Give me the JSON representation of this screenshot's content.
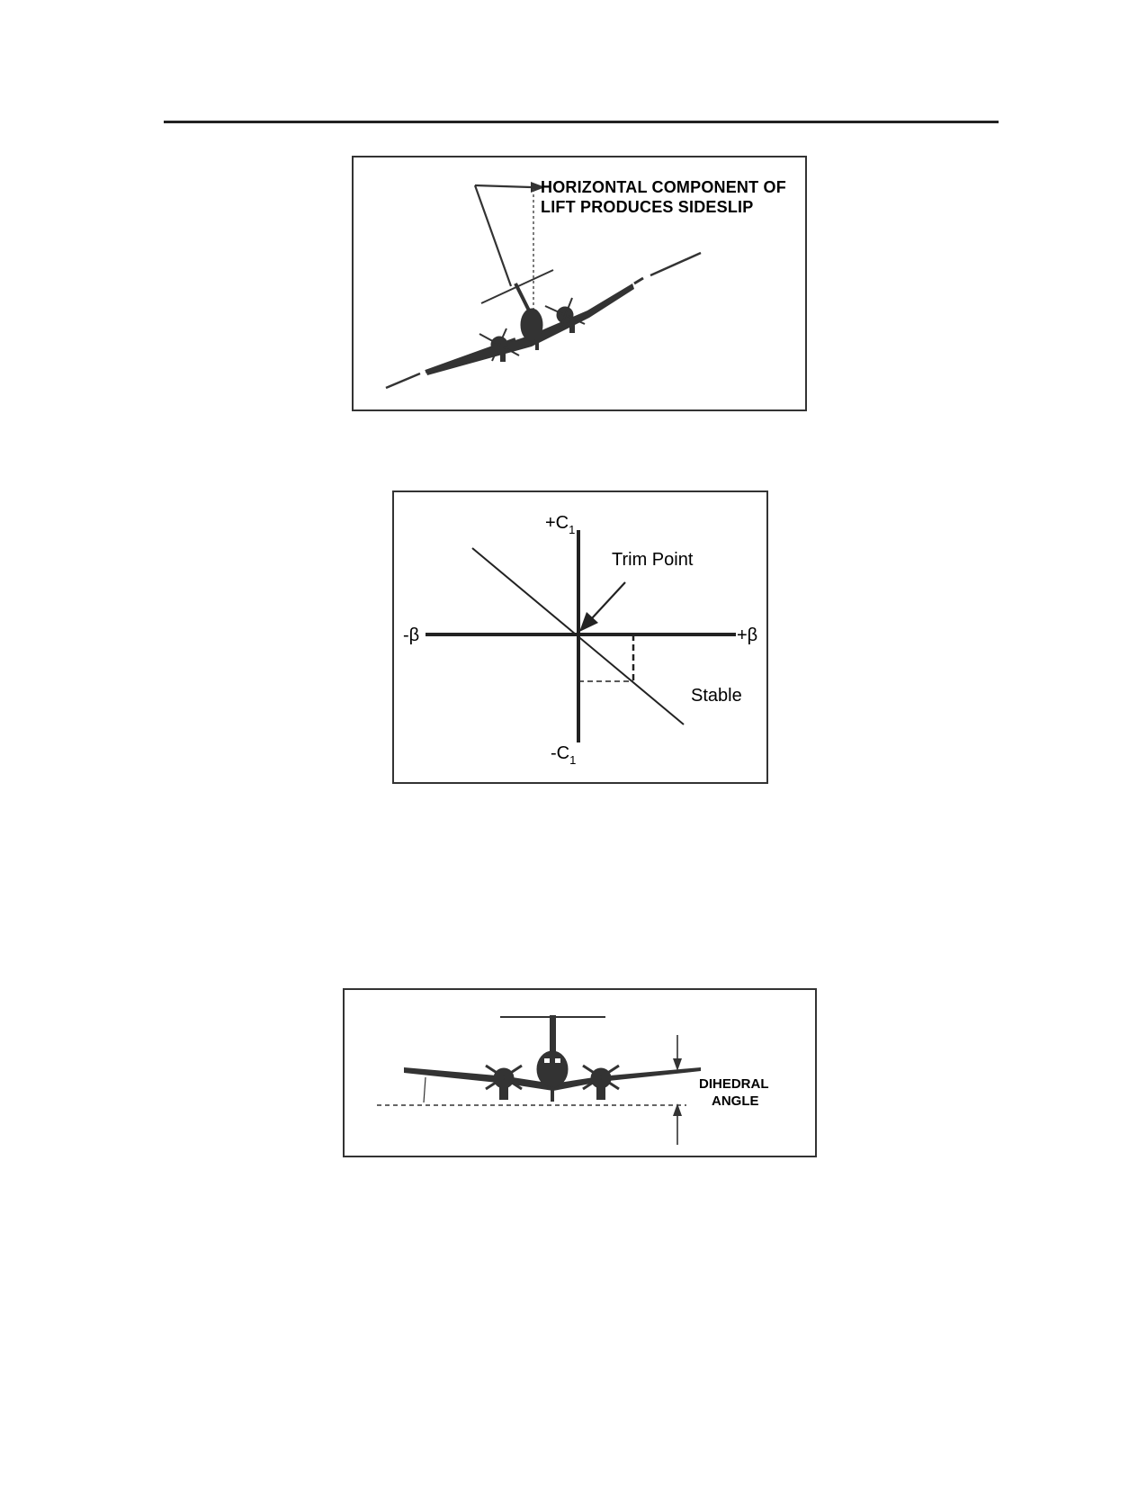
{
  "figure1": {
    "annotation_line1": "HORIZONTAL COMPONENT OF",
    "annotation_line2": "LIFT PRODUCES SIDESLIP"
  },
  "figure2": {
    "y_pos_label": "+C",
    "y_pos_sub": "1",
    "y_neg_label": "-C",
    "y_neg_sub": "1",
    "x_neg_label": "-β",
    "x_pos_label": "+β",
    "trim_point_label": "Trim Point",
    "stable_label": "Stable"
  },
  "figure3": {
    "label_line1": "DIHEDRAL",
    "label_line2": "ANGLE"
  }
}
